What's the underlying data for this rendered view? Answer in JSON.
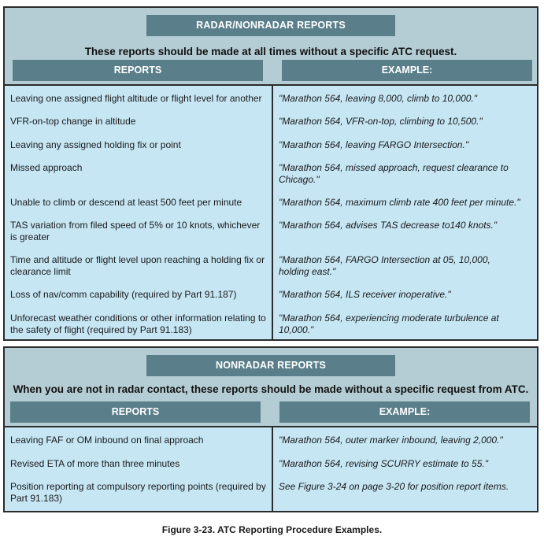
{
  "radar": {
    "title": "RADAR/NONRADAR REPORTS",
    "subtitle": "These reports should be made at all times without a specific ATC request.",
    "col_reports": "REPORTS",
    "col_example": "EXAMPLE:",
    "rows": [
      {
        "report": "Leaving one assigned flight altitude or flight level for another",
        "example": "\"Marathon 564, leaving 8,000, climb to 10,000.\""
      },
      {
        "report": "VFR-on-top change in altitude",
        "example": "\"Marathon 564, VFR-on-top, climbing to 10,500.\""
      },
      {
        "report": "Leaving any assigned holding fix or point",
        "example": "\"Marathon 564, leaving FARGO Intersection.\""
      },
      {
        "report": "Missed approach",
        "example": "\"Marathon 564, missed approach, request clearance to Chicago.\""
      },
      {
        "report": "Unable to climb or descend at least 500 feet per minute",
        "example": "\"Marathon 564, maximum climb rate 400 feet per minute.\""
      },
      {
        "report": "TAS variation from filed speed of 5% or 10 knots, whichever is greater",
        "example": "\"Marathon 564, advises TAS decrease to140 knots.\""
      },
      {
        "report": "Time and altitude or flight level upon reaching a holding fix or clearance limit",
        "example": "\"Marathon 564, FARGO Intersection at 05, 10,000, holding east.\""
      },
      {
        "report": "Loss of nav/comm capability (required by Part 91.187)",
        "example": "\"Marathon 564, ILS receiver inoperative.\""
      },
      {
        "report": "Unforecast weather conditions or other information relating to the safety of flight (required by Part 91.183)",
        "example": "\"Marathon 564, experiencing moderate turbulence at 10,000.\""
      }
    ]
  },
  "nonradar": {
    "title": "NONRADAR REPORTS",
    "subtitle": "When you are not in radar contact, these reports should be made without a specific request from ATC.",
    "col_reports": "REPORTS",
    "col_example": "EXAMPLE:",
    "rows": [
      {
        "report": "Leaving FAF or OM inbound on final approach",
        "example": "\"Marathon 564, outer marker inbound, leaving 2,000.\""
      },
      {
        "report": "Revised ETA of more than three minutes",
        "example": "\"Marathon 564, revising SCURRY estimate to 55.\""
      },
      {
        "report": "Position reporting at compulsory reporting points (required by Part 91.183)",
        "example": "See Figure 3-24 on page 3-20 for position report items."
      }
    ]
  },
  "caption": "Figure 3-23. ATC Reporting Procedure Examples."
}
